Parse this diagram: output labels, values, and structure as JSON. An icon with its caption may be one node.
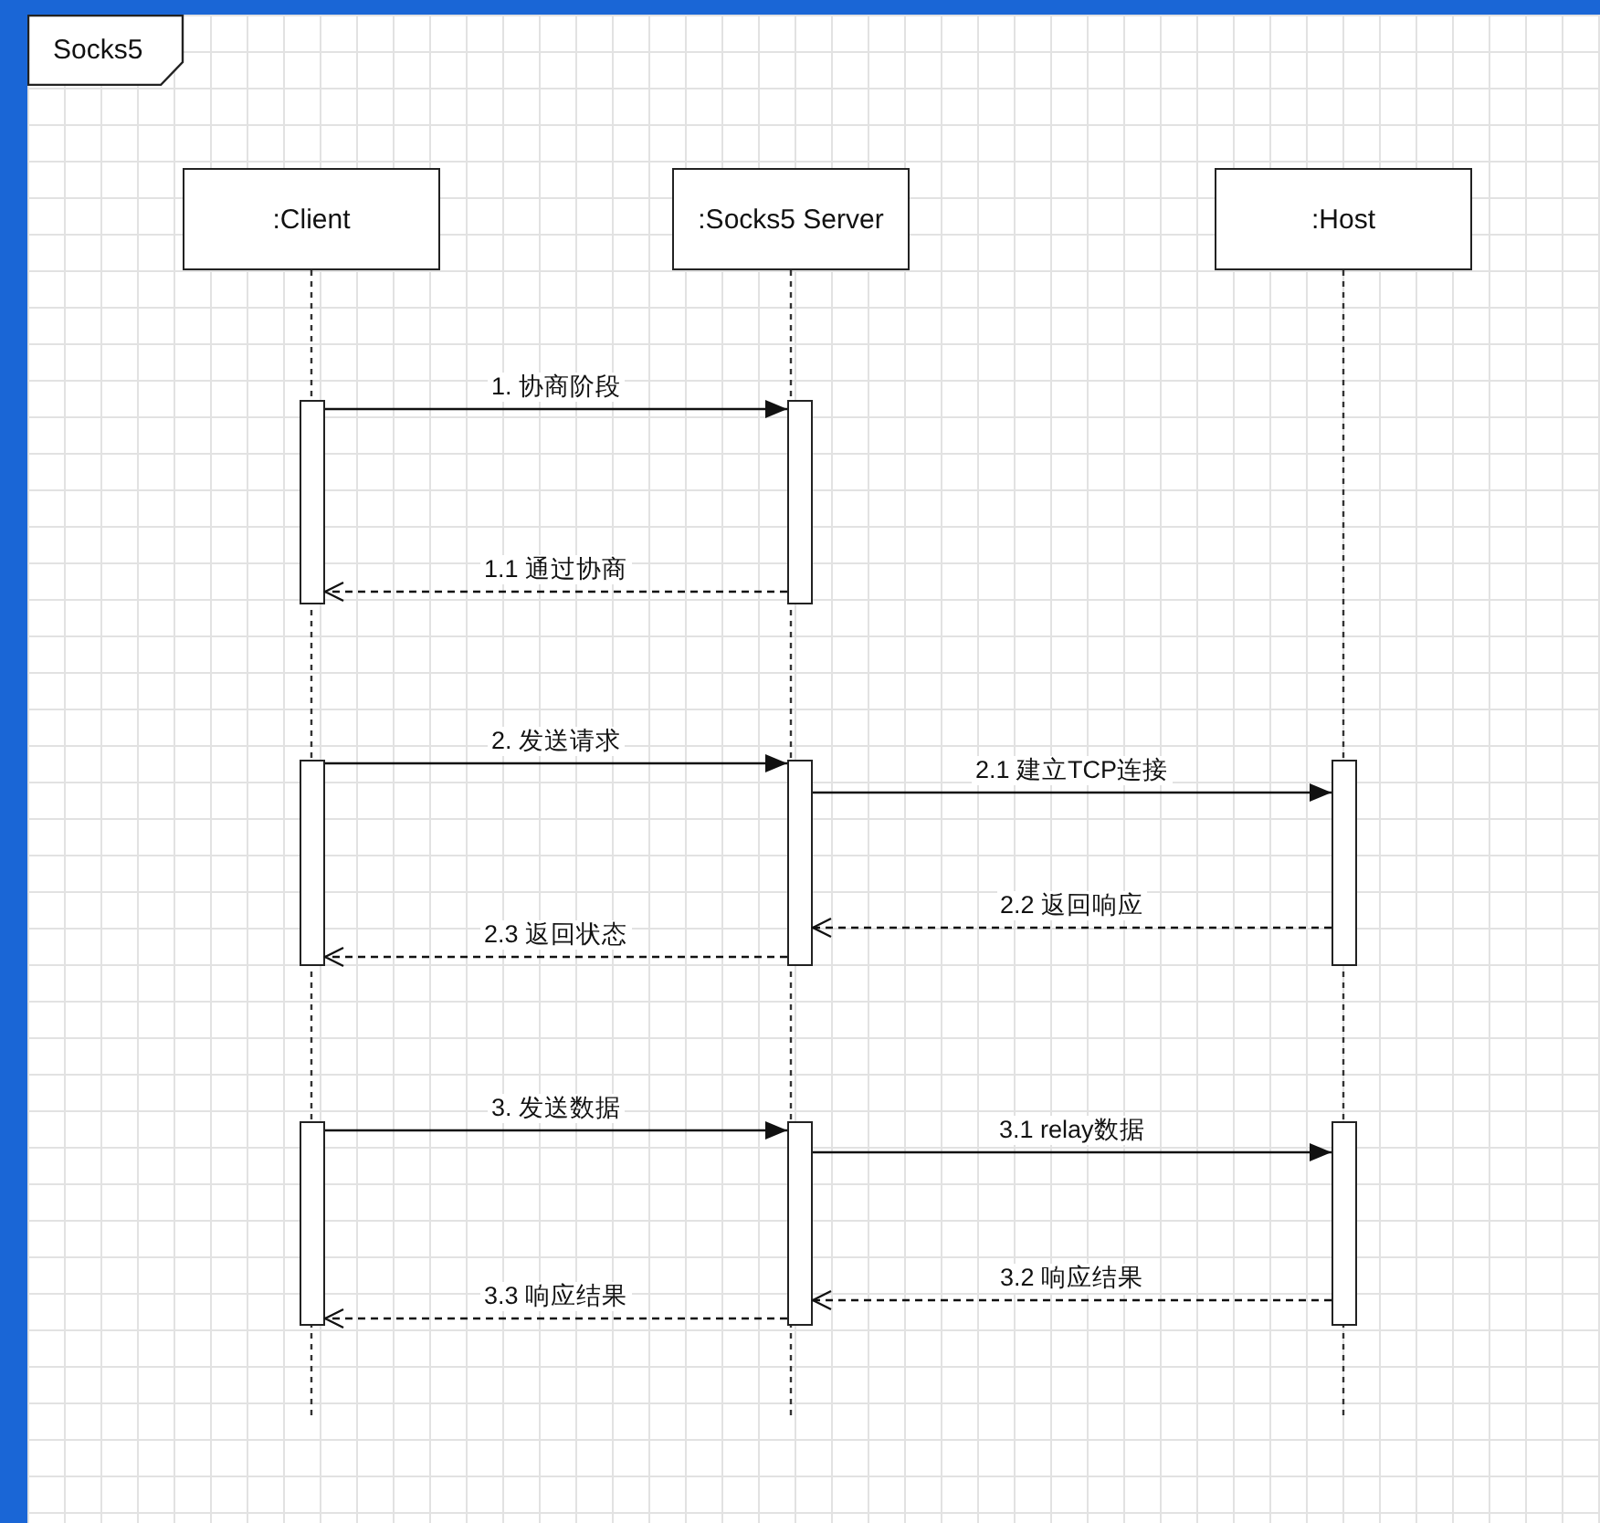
{
  "diagram": {
    "nodes": [
      {
        "text": [
          "Socks5"
        ]
      },
      {
        "text": [
          ":Client"
        ],
        "in": 0
      },
      {
        "text": [
          ":Socks5 Server"
        ],
        "in": 0
      },
      {
        "text": [
          ":Host"
        ],
        "in": 0
      },
      {
        "text": [],
        "shape": "bar",
        "in": 0
      },
      {
        "text": [],
        "shape": "bar",
        "in": 0
      },
      {
        "text": [],
        "shape": "bar",
        "in": 0
      },
      {
        "text": [],
        "shape": "bar",
        "in": 0
      },
      {
        "text": [],
        "shape": "bar",
        "in": 0
      },
      {
        "text": [],
        "shape": "bar",
        "in": 0
      },
      {
        "text": [],
        "shape": "bar",
        "in": 0
      },
      {
        "text": [],
        "shape": "bar",
        "in": 0
      }
    ],
    "edges": [
      {
        "from": 4,
        "to": 5,
        "arrow": "to",
        "label": "1. 协商阶段"
      },
      {
        "from": 5,
        "to": 4,
        "arrow": "to",
        "label": "1.1 通过协商",
        "style": "dashed"
      },
      {
        "from": 6,
        "to": 7,
        "arrow": "to",
        "label": "2. 发送请求"
      },
      {
        "from": 7,
        "to": 8,
        "arrow": "to",
        "label": "2.1 建立TCP连接"
      },
      {
        "from": 8,
        "to": 7,
        "arrow": "to",
        "label": "2.2 返回响应",
        "style": "dashed"
      },
      {
        "from": 7,
        "to": 6,
        "arrow": "to",
        "label": "2.3 返回状态",
        "style": "dashed"
      },
      {
        "from": 9,
        "to": 10,
        "arrow": "to",
        "label": "3. 发送数据"
      },
      {
        "from": 10,
        "to": 11,
        "arrow": "to",
        "label": "3.1 relay数据"
      },
      {
        "from": 11,
        "to": 10,
        "arrow": "to",
        "label": "3.2 响应结果",
        "style": "dashed"
      },
      {
        "from": 10,
        "to": 9,
        "arrow": "to",
        "label": "3.3 响应结果",
        "style": "dashed"
      }
    ]
  }
}
